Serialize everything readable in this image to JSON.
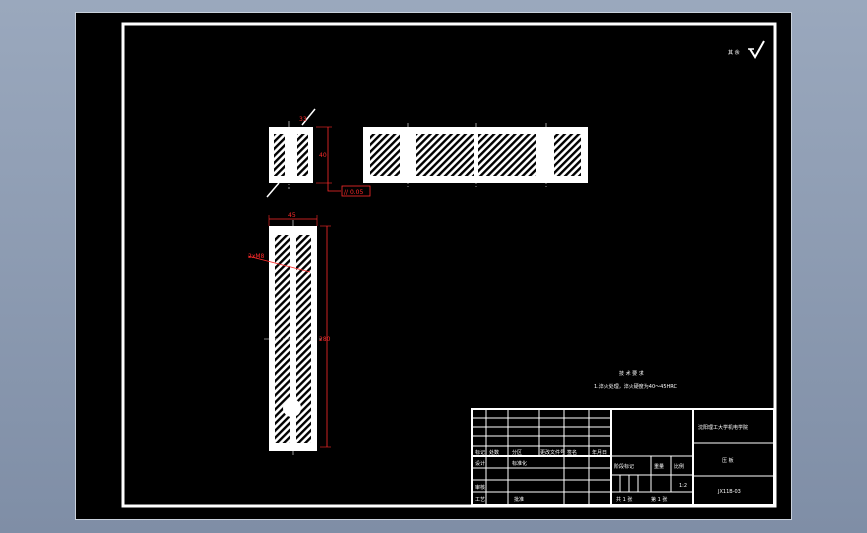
{
  "drawing": {
    "surface_symbol": "其 余",
    "top_view": {
      "dim_width": "33",
      "dim_height": "40",
      "tolerance": "// 0.05"
    },
    "side_view": {
      "dim_width": "45",
      "dim_length": "280",
      "chamfer": "2xM8"
    },
    "notes": {
      "title": "技 术 要 求",
      "line1": "1.淬火处理，淬火硬度为40～45HRC"
    },
    "title_block": {
      "institution": "沈阳理工大学机电学院",
      "part_name": "压 板",
      "drawing_no": "JX11B-03",
      "scale": "1:2",
      "mark_labels": [
        "标记",
        "处数",
        "分区",
        "更改文件号",
        "签名",
        "年月日"
      ],
      "row_labels": [
        "设计",
        "审核",
        "工艺",
        "批准"
      ],
      "standard_label": "标准化",
      "stage_label": "阶段标记",
      "weight_label": "重量",
      "scale_label": "比例",
      "sheet_total": "共 1 张",
      "sheet_no": "第 1 张"
    },
    "colors": {
      "frame": "#ffffff",
      "dimension": "#ff2b2b",
      "background": "#000000"
    }
  }
}
